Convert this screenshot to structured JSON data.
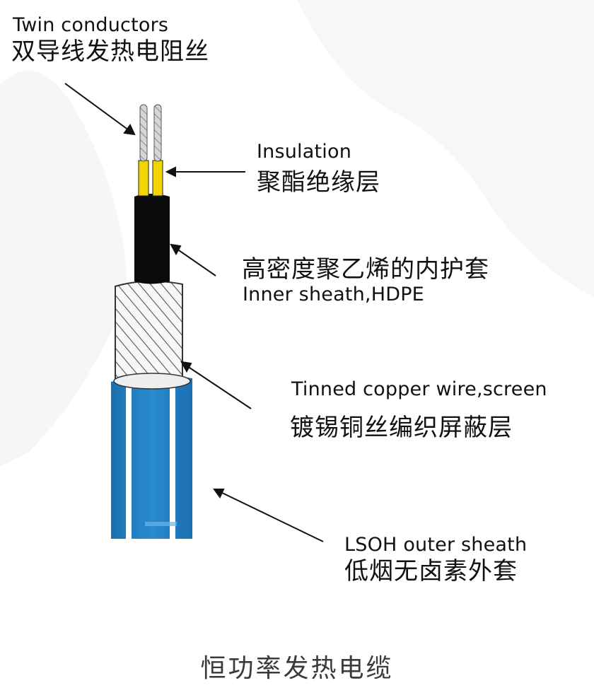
{
  "labels": {
    "conductors": {
      "en": "Twin conductors",
      "zh": "双导线发热电阻丝"
    },
    "insulation": {
      "en": "Insulation",
      "zh": "聚酯绝缘层"
    },
    "inner_sheath": {
      "zh": "高密度聚乙烯的内护套",
      "en": "Inner sheath,HDPE"
    },
    "screen": {
      "en": "Tinned copper wire,screen",
      "zh": "镀锡铜丝编织屏蔽层"
    },
    "outer_sheath": {
      "en": "LSOH outer sheath",
      "zh": "低烟无卤素外套"
    }
  },
  "caption": "恒功率发热电缆",
  "colors": {
    "outer_sheath": "#1f7fc4",
    "outer_sheath_stripe": "#ffffff",
    "inner_sheath": "#0a0a0a",
    "insulation": "#f2d400",
    "conductor": "#b9b9b9",
    "screen_hatch": "#444444",
    "arrow": "#111111"
  }
}
